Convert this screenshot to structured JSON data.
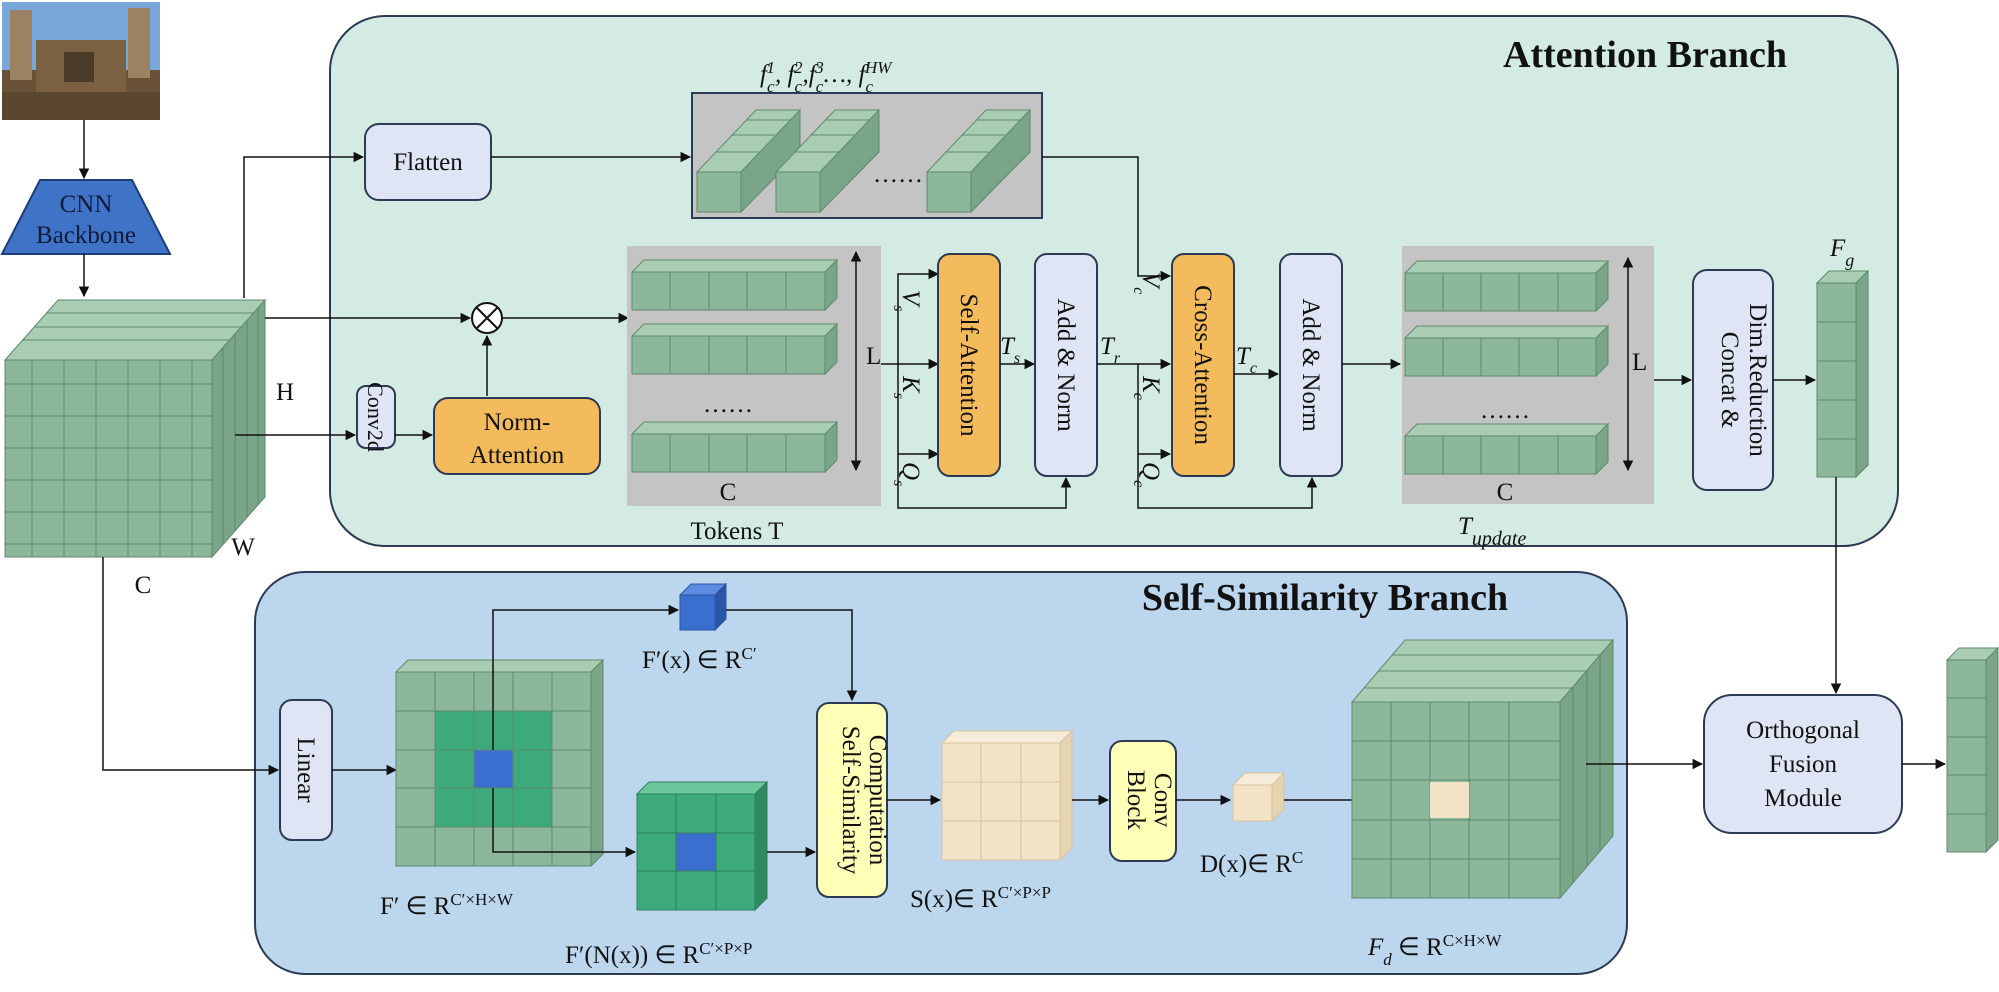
{
  "branches": {
    "attention_title": "Attention Branch",
    "similarity_title": "Self-Similarity Branch"
  },
  "backbone": {
    "label_line1": "CNN",
    "label_line2": "Backbone"
  },
  "feature_map": {
    "h_label": "H",
    "w_label": "W",
    "c_label": "C"
  },
  "attention": {
    "flatten": "Flatten",
    "conv2d": "Conv2d",
    "norm_attention_line1": "Norm-",
    "norm_attention_line2": "Attention",
    "tokens_c": "C",
    "tokens_l": "L",
    "tokens_dots": "……",
    "tokens_caption": "Tokens T",
    "flat_dots": "……",
    "self_attention": "Self-Attention",
    "add_norm_1": "Add & Norm",
    "cross_attention": "Cross-Attention",
    "add_norm_2": "Add & Norm",
    "update_c": "C",
    "update_l": "L",
    "update_dots": "……",
    "concat_line1": "Concat &",
    "concat_line2": "Dim.Reduction",
    "fg_label": "F",
    "fg_sub": "g",
    "tupdate_label": "T",
    "tupdate_sub": "update"
  },
  "similarity": {
    "linear": "Linear",
    "fprime_x": "F′(x) ∈ R",
    "fprime_x_sup": "C′",
    "fprime_caption": "F′ ∈ R",
    "fprime_caption_sup": "C′×H×W",
    "fn_caption": "F′(N(x)) ∈ R",
    "fn_caption_sup": "C′×P×P",
    "ssc_line1": "Self-Similarity",
    "ssc_line2": "Computation",
    "sx_caption": "S(x)∈ R",
    "sx_caption_sup": "C′×P×P",
    "conv_block_line1": "Conv",
    "conv_block_line2": "Block",
    "dx_caption": "D(x)∈ R",
    "dx_caption_sup": "C",
    "fd_caption": "F",
    "fd_sub": "d",
    "fd_caption_rest": " ∈ R",
    "fd_caption_sup": "C×H×W"
  },
  "fusion": {
    "line1": "Orthogonal",
    "line2": "Fusion",
    "line3": "Module"
  },
  "colors": {
    "attention_bg": "#d3ebe2",
    "similarity_bg": "#bcd6ee",
    "cube_green": "#8db79a",
    "cube_dark_green": "#3daa7c",
    "cube_blue": "#3a6ecf",
    "cube_beige": "#f2e2c6",
    "orange_box": "#f3bb5c",
    "yellow_box": "#ffffb8",
    "light_box": "#dfe5f4",
    "backbone_blue": "#3f73c7"
  }
}
